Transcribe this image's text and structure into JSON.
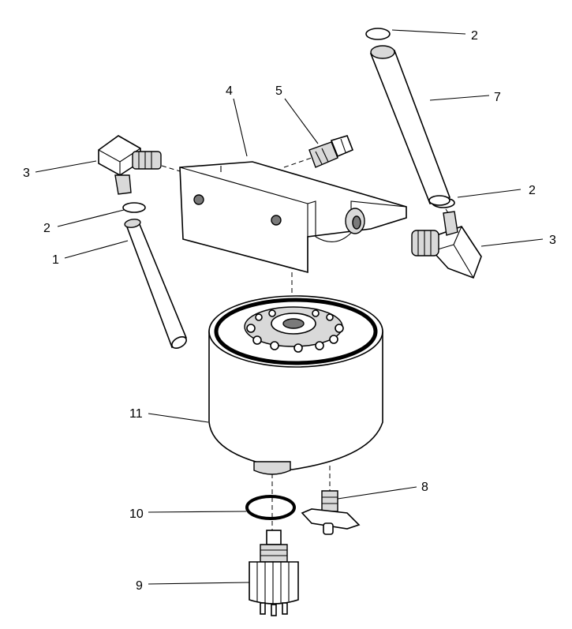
{
  "callouts": {
    "c1": "1",
    "c2_top": "2",
    "c2_right": "2",
    "c2_left": "2",
    "c3_left": "3",
    "c3_right": "3",
    "c4": "4",
    "c5": "5",
    "c7": "7",
    "c8": "8",
    "c9": "9",
    "c10": "10",
    "c11": "11"
  },
  "colors": {
    "line": "#000000",
    "background": "#ffffff",
    "shade": "#d9d9d9"
  }
}
